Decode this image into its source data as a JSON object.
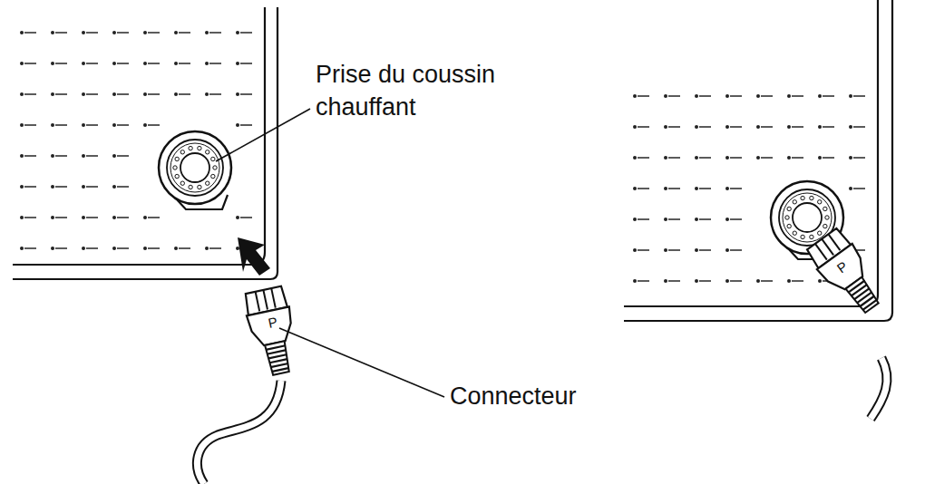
{
  "diagram": {
    "labels": [
      "Prise du coussin chauffant",
      "Connecteur",
      "P",
      "P"
    ]
  }
}
